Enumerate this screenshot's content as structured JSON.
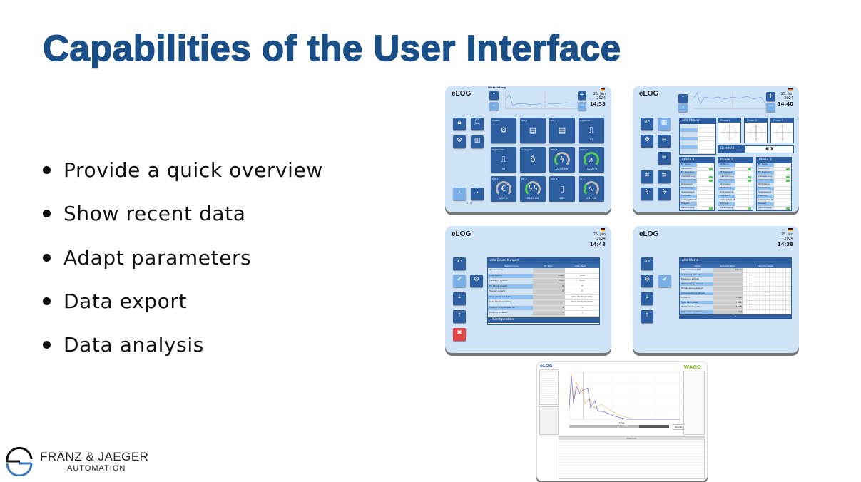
{
  "slide": {
    "title": "Capabilities of the User Interface",
    "bullets": [
      "Provide a quick overview",
      "Show recent data",
      "Adapt parameters",
      "Data export",
      "Data analysis"
    ]
  },
  "screens": {
    "logo": "eLOG",
    "date": "25. Jan 2024",
    "overview": {
      "time": "14:33",
      "chart_title": "Wirkleistung",
      "tiles": [
        {
          "label": "System",
          "icon": "gears-icon",
          "value": ""
        },
        {
          "label": "WR_1",
          "icon": "inverter-icon",
          "value": ""
        },
        {
          "label": "WR_2",
          "icon": "inverter-icon",
          "value": ""
        },
        {
          "label": "Digital IN",
          "icon": "digital-in-icon",
          "value": "01"
        },
        {
          "label": "Digital OUT",
          "icon": "digital-out-icon",
          "value": "01"
        },
        {
          "label": "Analog IN",
          "icon": "analog-icon",
          "value": ""
        },
        {
          "label": "REG_1",
          "icon": "power-icon",
          "value": "21.05 kW"
        },
        {
          "label": "GRID_1",
          "icon": "grid-icon",
          "value": "100.00 %"
        },
        {
          "label": "DM_1",
          "icon": "euro-icon",
          "value": "0.00 %"
        },
        {
          "label": "PM_1",
          "icon": "lightning-icon",
          "value": "25.20 kW"
        },
        {
          "label": "CSV_1",
          "icon": "csv-icon",
          "value": "CSV"
        },
        {
          "label": "VI_1",
          "icon": "dc-ac-icon",
          "value": "0.00 kW"
        }
      ],
      "page": "1 / 2"
    },
    "phases": {
      "time": "14:40",
      "all_title": "Alle Phasen",
      "phase_titles": [
        "Phase 1",
        "Phase 2",
        "Phase 3"
      ],
      "rotation_label": "Drehfeld",
      "rows": [
        "Eff. Strom",
        "Ueberstrom",
        "Eff. Spannung",
        "Unterspannung",
        "Ueberspannung",
        "Wirkleistung",
        "Blindleistung",
        "Scheinleistung",
        "CosinusPhi",
        "Leistungsfakt. PF",
        "Frequenz",
        "Nulldurchgang"
      ]
    },
    "settings": {
      "time": "14:43",
      "title": "Alle Einstellungen",
      "columns": [
        "Bezeichnung",
        "IST Wert",
        "SOLL Wert"
      ],
      "rows": [
        {
          "name": "Geratename",
          "ist": "",
          "soll": ""
        },
        {
          "name": "Lese Zyklus",
          "ist": "1000",
          "soll": "1000"
        },
        {
          "name": "Mittelung Zyklus",
          "ist": "1min",
          "soll": "1min"
        },
        {
          "name": "PV String Anzahl",
          "ist": "0",
          "soll": "0"
        },
        {
          "name": "Tracker Anzahl",
          "ist": "0",
          "soll": "0"
        },
        {
          "name": "Stop Wechselrichter",
          "ist": "",
          "soll": "Stop Wechselrichter"
        },
        {
          "name": "Start Wechselrichter",
          "ist": "",
          "soll": "Start Wechselrichter"
        },
        {
          "name": "Modbus Schnittstelle Nr.",
          "ist": "1",
          "soll": "1"
        },
        {
          "name": "Modbus Adresse",
          "ist": "1",
          "soll": "1"
        }
      ],
      "footer": "Konfiguration"
    },
    "values": {
      "time": "14:38",
      "title": "Alle Werte",
      "columns": [
        "Name",
        "Aktueller Wert",
        "Exportgruppen"
      ],
      "rows": [
        "Manuelle Drehzahl",
        "Spannung aktuell",
        "Frequenz aktuell",
        "Wirkleistung aktuell",
        "Blindleistung aktuell",
        "Scheinleistung aktuell",
        "aktiviert",
        "Netz Verbunden",
        "Netzbetreiber Ok",
        "Soll Leistungsfaktor"
      ],
      "vals": [
        "100 %",
        "",
        "",
        "",
        "",
        "",
        "TRUE",
        "TRUE",
        "TRUE",
        "1.0"
      ]
    },
    "analysis": {
      "x_label": "Time",
      "panel_title": "Channels",
      "export_label": "Export"
    }
  },
  "brand": {
    "name": "FRÄNZ & JAEGER",
    "sub": "AUTOMATION"
  },
  "colors": {
    "title": "#1b4f87",
    "tile": "#2d5fa0",
    "panel_bg": "#cfe3f7"
  }
}
